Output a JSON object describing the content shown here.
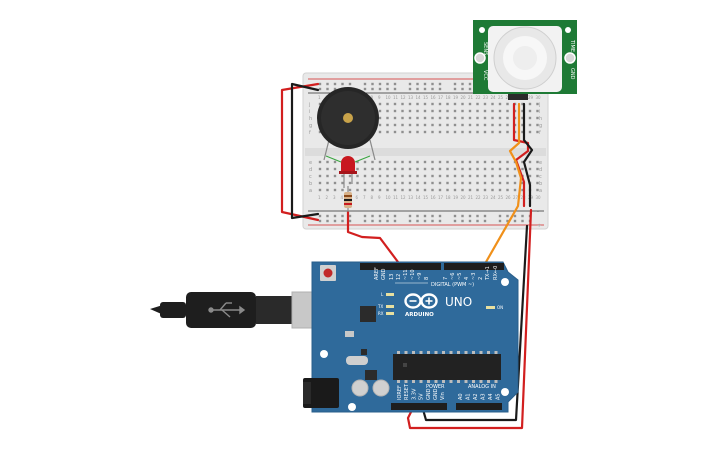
{
  "colors": {
    "breadboard": "#e9e9e9",
    "board": "#2f6a9b",
    "pir_board": "#1e7a35",
    "wire_red": "#d21f1f",
    "wire_black": "#1a1a1a",
    "wire_orange": "#f0901a",
    "buzzer": "#262626",
    "led": "#c8181f",
    "resistor": "#d8b28a",
    "usb_plug": "#1e1e1e",
    "usb_metal": "#c8c8c8"
  },
  "arduino": {
    "logo_text": "ARDUINO",
    "model_text": "UNO",
    "digital_label": "DIGITAL (PWM ~)",
    "power_label": "POWER",
    "analog_label": "ANALOG IN",
    "on_label": "ON",
    "led_labels": [
      "L",
      "TX",
      "RX"
    ],
    "digital_pins": [
      "AREF",
      "GND",
      "13",
      "12",
      "~11",
      "~10",
      "~9",
      "8",
      "7",
      "~6",
      "~5",
      "4",
      "~3",
      "2",
      "TX→1",
      "RX←0"
    ],
    "power_pins": [
      "IOREF",
      "RESET",
      "3.3V",
      "5V",
      "GND",
      "GND",
      "Vin"
    ],
    "analog_pins": [
      "A0",
      "A1",
      "A2",
      "A3",
      "A4",
      "A5"
    ]
  },
  "breadboard": {
    "top_row_letters": [
      "j",
      "i",
      "h",
      "g",
      "f"
    ],
    "bottom_row_letters": [
      "e",
      "d",
      "c",
      "b",
      "a"
    ],
    "rail_signs": [
      "-",
      "+"
    ],
    "column_numbers": [
      "1",
      "2",
      "3",
      "4",
      "5",
      "6",
      "7",
      "8",
      "9",
      "10",
      "11",
      "12",
      "13",
      "14",
      "15",
      "16",
      "17",
      "18",
      "19",
      "20",
      "21",
      "22",
      "23",
      "24",
      "25",
      "26",
      "27",
      "28",
      "29",
      "30"
    ]
  },
  "pir": {
    "pin_labels": [
      "VCC",
      "OUT",
      "GND"
    ],
    "side_labels": [
      "SENS",
      "TIME"
    ]
  }
}
